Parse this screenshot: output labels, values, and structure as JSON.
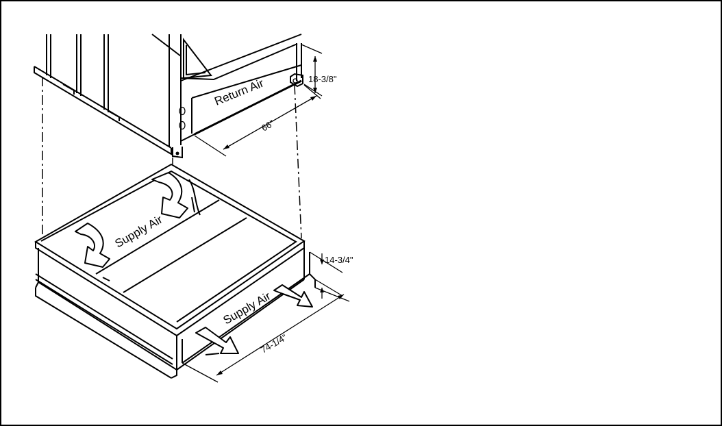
{
  "labels": {
    "return_air": "Return Air",
    "supply_air_top": "Supply Air",
    "supply_air_side": "Supply Air"
  },
  "dimensions": {
    "unit_height": "18-3/8\"",
    "return_width": "66\"",
    "curb_height": "14-3/4\"",
    "curb_length": "74-1/4\""
  },
  "colors": {
    "line": "#000000",
    "background": "#ffffff"
  }
}
